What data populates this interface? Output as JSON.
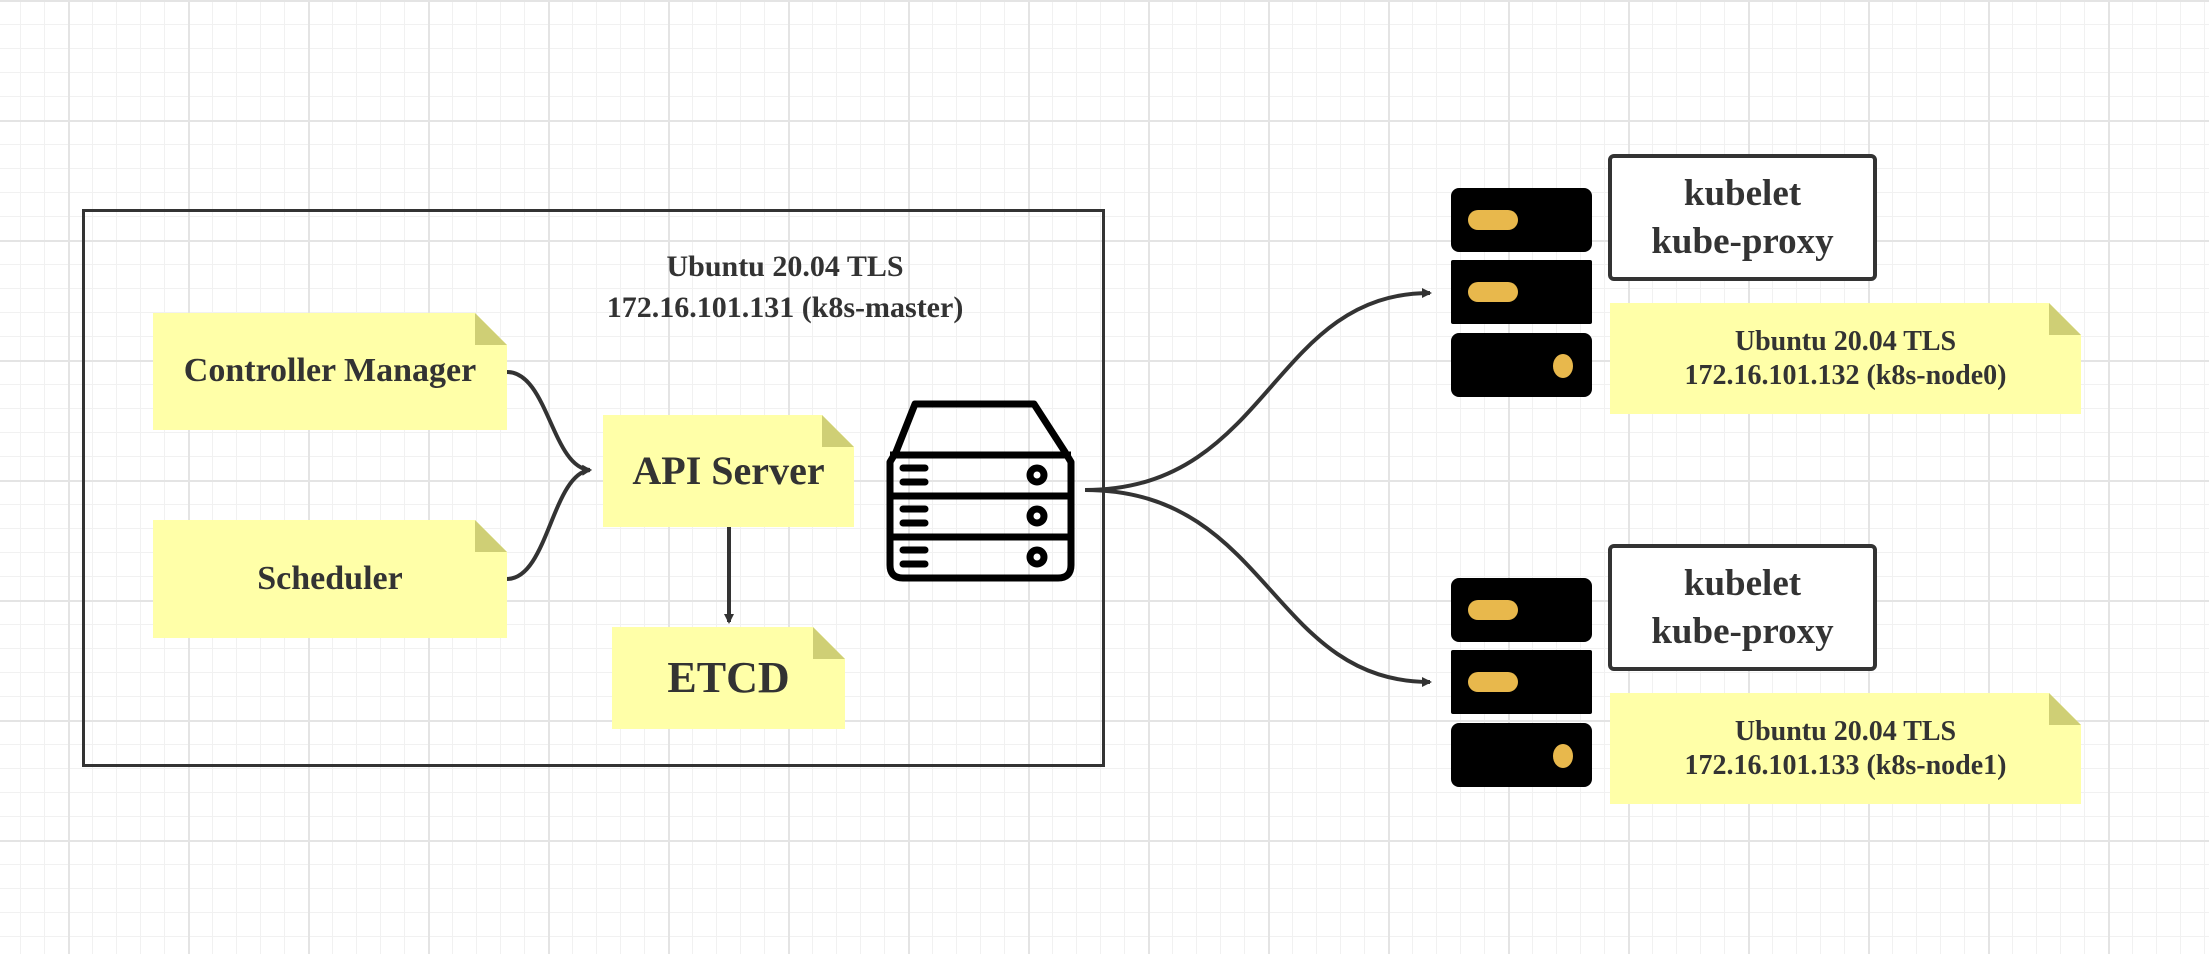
{
  "master": {
    "os_label": "Ubuntu 20.04 TLS",
    "host_label": "172.16.101.131 (k8s-master)",
    "components": {
      "controller_manager": "Controller Manager",
      "scheduler": "Scheduler",
      "api_server": "API Server",
      "etcd": "ETCD"
    }
  },
  "nodes": [
    {
      "services": [
        "kubelet",
        "kube-proxy"
      ],
      "os_label": "Ubuntu 20.04 TLS",
      "host_label": "172.16.101.132 (k8s-node0)"
    },
    {
      "services": [
        "kubelet",
        "kube-proxy"
      ],
      "os_label": "Ubuntu 20.04 TLS",
      "host_label": "172.16.101.133 (k8s-node1)"
    }
  ],
  "icons": {
    "master": "server-stack-outline-icon",
    "node": "server-rack-icon"
  },
  "colors": {
    "note_fill": "#ffffa8",
    "note_fold": "#cfcf75",
    "stroke": "#333333",
    "rack_body": "#000000",
    "rack_light": "#e8b84c"
  }
}
